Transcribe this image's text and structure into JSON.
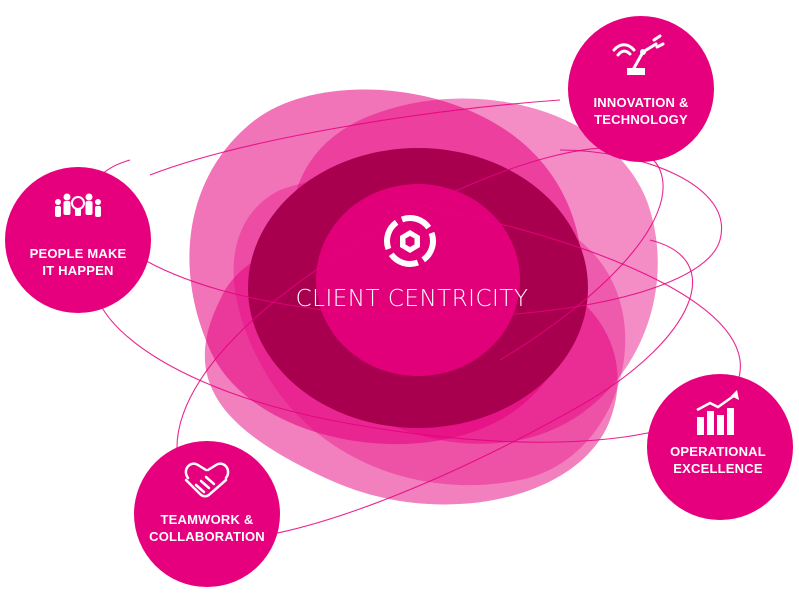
{
  "center": {
    "label": "CLIENT CENTRICITY",
    "icon": "ring-hexagon-logo-icon"
  },
  "nodes": [
    {
      "id": "innovation",
      "line1": "INNOVATION &",
      "line2": "TECHNOLOGY",
      "icon": "robot-arm-icon"
    },
    {
      "id": "people",
      "line1": "PEOPLE MAKE",
      "line2": "IT HAPPEN",
      "icon": "people-lightbulb-icon"
    },
    {
      "id": "operational",
      "line1": "OPERATIONAL",
      "line2": "EXCELLENCE",
      "icon": "bar-chart-arrow-icon"
    },
    {
      "id": "teamwork",
      "line1": "TEAMWORK &",
      "line2": "COLLABORATION",
      "icon": "handshake-icon"
    }
  ],
  "colors": {
    "magenta": "#e6007e",
    "petal_light": "#f070b8",
    "petal_mid": "#e83c9a",
    "core_dark": "#a8004f",
    "core_center": "#e2007a"
  }
}
